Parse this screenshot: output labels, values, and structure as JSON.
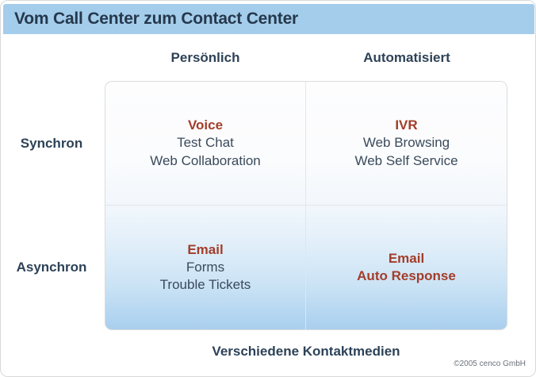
{
  "header": {
    "title": "Vom Call Center zum Contact Center"
  },
  "matrix": {
    "column_headers": [
      {
        "label": "Persönlich"
      },
      {
        "label": "Automatisiert"
      }
    ],
    "row_labels": [
      {
        "label": "Synchron"
      },
      {
        "label": "Asynchron"
      }
    ],
    "cells": [
      {
        "id": "synchron-persoenlich",
        "lines": [
          {
            "text": "Voice",
            "accent": true
          },
          {
            "text": "Test Chat",
            "accent": false
          },
          {
            "text": "Web Collaboration",
            "accent": false
          }
        ]
      },
      {
        "id": "synchron-automatisiert",
        "lines": [
          {
            "text": "IVR",
            "accent": true
          },
          {
            "text": "Web Browsing",
            "accent": false
          },
          {
            "text": "Web Self Service",
            "accent": false
          }
        ]
      },
      {
        "id": "asynchron-persoenlich",
        "lines": [
          {
            "text": "Email",
            "accent": true
          },
          {
            "text": "Forms",
            "accent": false
          },
          {
            "text": "Trouble Tickets",
            "accent": false
          }
        ]
      },
      {
        "id": "asynchron-automatisiert",
        "lines": [
          {
            "text": "Email",
            "accent": true
          },
          {
            "text": "Auto Response",
            "accent": true
          }
        ]
      }
    ]
  },
  "footer": {
    "caption": "Verschiedene Kontaktmedien",
    "copyright": "©2005 cenco GmbH"
  },
  "colors": {
    "title_band": "#a3cdeb",
    "title_text": "#26384c",
    "heading_text": "#2d4257",
    "body_text": "#3a4a5c",
    "accent_red": "#a33d2a",
    "matrix_bottom_blue": "#a9cfee",
    "frame_border": "#d9d9d9"
  }
}
